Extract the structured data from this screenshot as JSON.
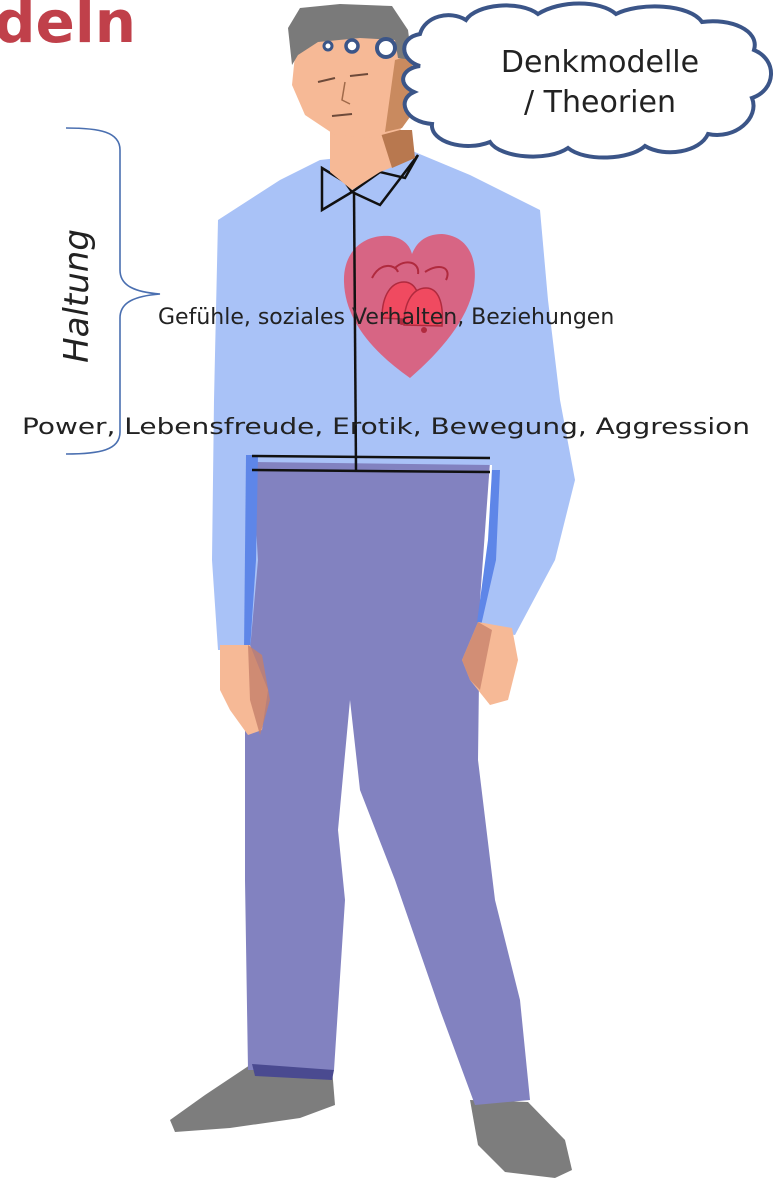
{
  "header": {
    "title_fragment": "deln",
    "title_color": "#c0404a"
  },
  "thought_bubble": {
    "line1": "Denkmodelle",
    "line2": "/ Theorien"
  },
  "bracket_label": "Haltung",
  "labels": {
    "feelings": "Gefühle, soziales Verhalten, Beziehungen",
    "power": "Power, Lebensfreude, Erotik, Bewegung, Aggression"
  },
  "colors": {
    "shirt": "#a9c2f7",
    "trousers": "#8282c0",
    "skin": "#f6b996",
    "hair": "#7a7a7a",
    "shoes": "#7d7d7d",
    "heart": "#e0506a",
    "bracket": "#4a6fb0",
    "cloud_stroke": "#3b5588"
  }
}
